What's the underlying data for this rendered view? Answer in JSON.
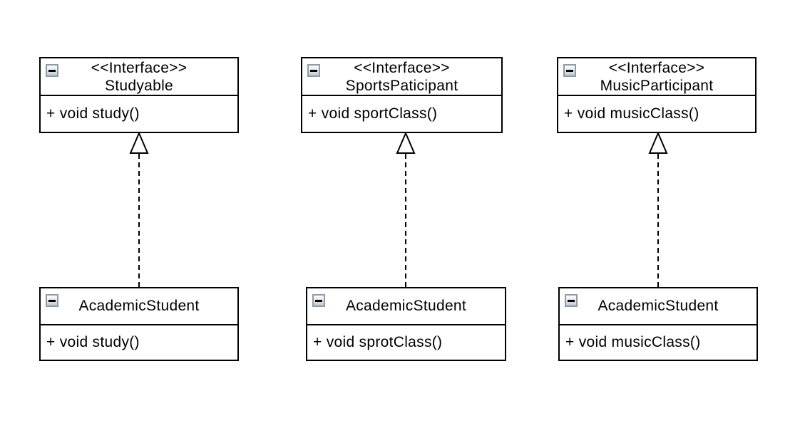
{
  "diagram_type": "uml-class-diagram",
  "background": "#ffffff",
  "colors": {
    "box_border": "#000000",
    "box_fill": "#ffffff",
    "text": "#000000",
    "connector": "#000000",
    "arrowhead_fill": "#ffffff",
    "collapse_icon_border": "#8f9aa7",
    "collapse_icon_fill": "#d9dde2",
    "collapse_icon_glyph": "#000000"
  },
  "collapse_icon_symbol": "minus",
  "pairs": [
    {
      "relation": "realization",
      "interface": {
        "stereotype": "<<Interface>>",
        "name": "Studyable",
        "methods": [
          "+ void study()"
        ]
      },
      "implementor": {
        "name": "AcademicStudent",
        "methods": [
          "+ void study()"
        ]
      }
    },
    {
      "relation": "realization",
      "interface": {
        "stereotype": "<<Interface>>",
        "name": "SportsPaticipant",
        "methods": [
          "+ void sportClass()"
        ]
      },
      "implementor": {
        "name": "AcademicStudent",
        "methods": [
          "+ void sprotClass()"
        ]
      }
    },
    {
      "relation": "realization",
      "interface": {
        "stereotype": "<<Interface>>",
        "name": "MusicParticipant",
        "methods": [
          "+ void musicClass()"
        ]
      },
      "implementor": {
        "name": "AcademicStudent",
        "methods": [
          "+ void musicClass()"
        ]
      }
    }
  ]
}
